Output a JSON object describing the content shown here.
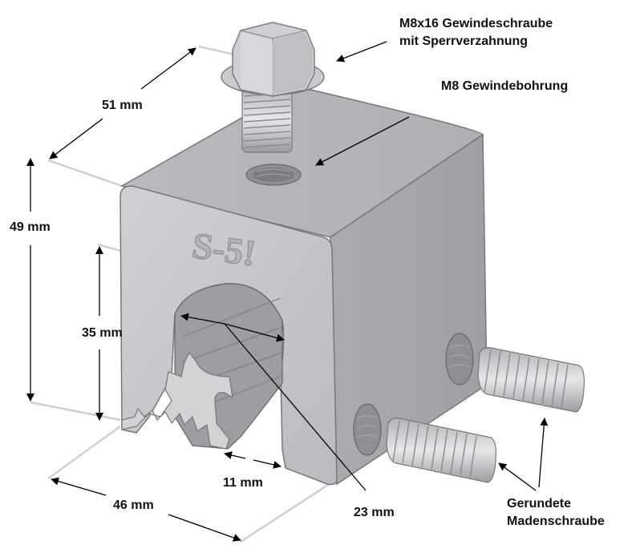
{
  "labels": {
    "screw_line1": "M8x16 Gewindeschraube",
    "screw_line2": "mit Sperrverzahnung",
    "bore": "M8 Gewindebohrung",
    "dim_51": "51 mm",
    "dim_49": "49 mm",
    "dim_35": "35 mm",
    "dim_11": "11 mm",
    "dim_46": "46 mm",
    "dim_23": "23 mm",
    "set_screw_line1": "Gerundete",
    "set_screw_line2": "Madenschraube"
  },
  "logo": "S-5!",
  "colors": {
    "metal_front": "#c4c6c9",
    "metal_top": "#b2b4b7",
    "metal_side": "#a6a8ab",
    "arrow": "#000000",
    "dim_line": "#cfcfcf"
  }
}
